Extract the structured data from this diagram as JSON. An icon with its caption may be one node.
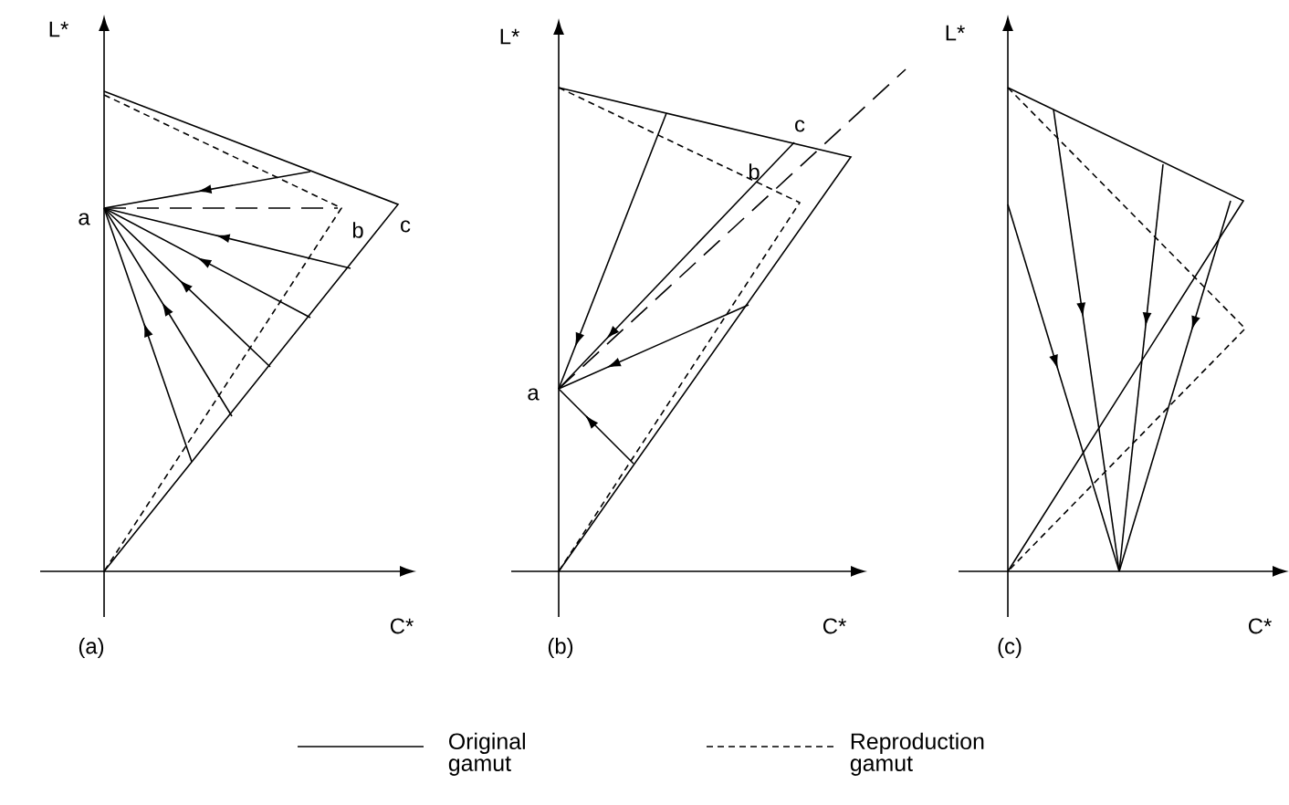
{
  "diagram": {
    "labels": [
      "L*",
      "a",
      "b",
      "c",
      "C*",
      "(a)",
      "L*",
      "c",
      "b",
      "a",
      "C*",
      "(b)",
      "L*",
      "C*",
      "(c)"
    ],
    "legend": [
      {
        "text": "Original gamut"
      },
      {
        "text": "Reproduction gamut"
      }
    ]
  }
}
